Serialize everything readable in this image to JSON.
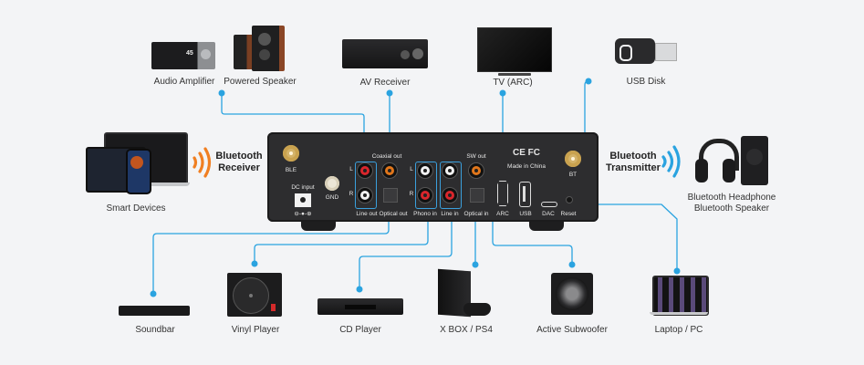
{
  "colors": {
    "wire": "#2aa3e0",
    "bt_receiver": "#f07f22",
    "bt_transmitter": "#2aa3e0",
    "panel": "#2d2d2f"
  },
  "top_devices": [
    {
      "id": "audio-amplifier",
      "label": "Audio Amplifier",
      "display": "45"
    },
    {
      "id": "powered-speaker",
      "label": "Powered Speaker"
    },
    {
      "id": "av-receiver",
      "label": "AV Receiver"
    },
    {
      "id": "tv",
      "label": "TV (ARC)"
    },
    {
      "id": "usb-disk",
      "label": "USB Disk"
    }
  ],
  "side_devices": {
    "left": {
      "label": "Smart Devices",
      "bluetooth": "Bluetooth Receiver",
      "bt_line1": "Bluetooth",
      "bt_line2": "Receiver"
    },
    "right": {
      "label_line1": "Bluetooth Headphone",
      "label_line2": "Bluetooth Speaker",
      "bt_line1": "Bluetooth",
      "bt_line2": "Transmitter"
    }
  },
  "bottom_devices": [
    {
      "id": "soundbar",
      "label": "Soundbar"
    },
    {
      "id": "vinyl-player",
      "label": "Vinyl Player"
    },
    {
      "id": "cd-player",
      "label": "CD Player"
    },
    {
      "id": "console",
      "label": "X BOX / PS4"
    },
    {
      "id": "subwoofer",
      "label": "Active Subwoofer"
    },
    {
      "id": "laptop",
      "label": "Laptop / PC"
    }
  ],
  "panel": {
    "ble": "BLE",
    "dc_input": "DC input",
    "gnd": "GND",
    "coaxial_out": "Coaxial out",
    "line_out": "Line out",
    "optical_out": "Optical out",
    "phono_in": "Phono in",
    "line_in": "Line in",
    "sw_out": "SW out",
    "optical_in": "Optical in",
    "arc": "ARC",
    "usb": "USB",
    "dac": "DAC",
    "reset": "Reset",
    "bt": "BT",
    "made_in": "Made in China",
    "certs": "CE FC",
    "L": "L",
    "R": "R",
    "polarity": "⊖-●-⊕"
  }
}
